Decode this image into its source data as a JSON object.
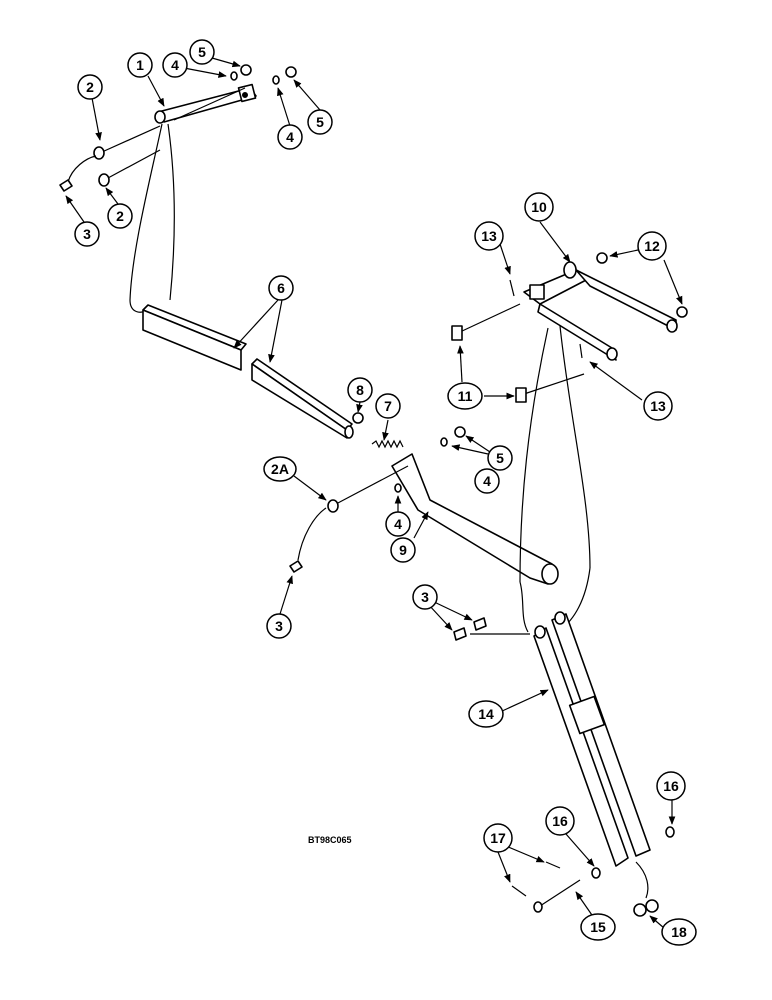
{
  "figure_code": "BT98C065",
  "callouts": {
    "c1": "1",
    "c2a": "2",
    "c2b": "2",
    "c3a": "3",
    "c3b": "3",
    "c3c": "3",
    "c4a": "4",
    "c4b": "4",
    "c4c": "4",
    "c4d": "4",
    "c5a": "5",
    "c5b": "5",
    "c5c": "5",
    "c6": "6",
    "c7": "7",
    "c8": "8",
    "c9": "9",
    "c2A": "2A",
    "c10": "10",
    "c11": "11",
    "c12": "12",
    "c13a": "13",
    "c13b": "13",
    "c14": "14",
    "c15": "15",
    "c16a": "16",
    "c16b": "16",
    "c17": "17",
    "c18": "18"
  }
}
